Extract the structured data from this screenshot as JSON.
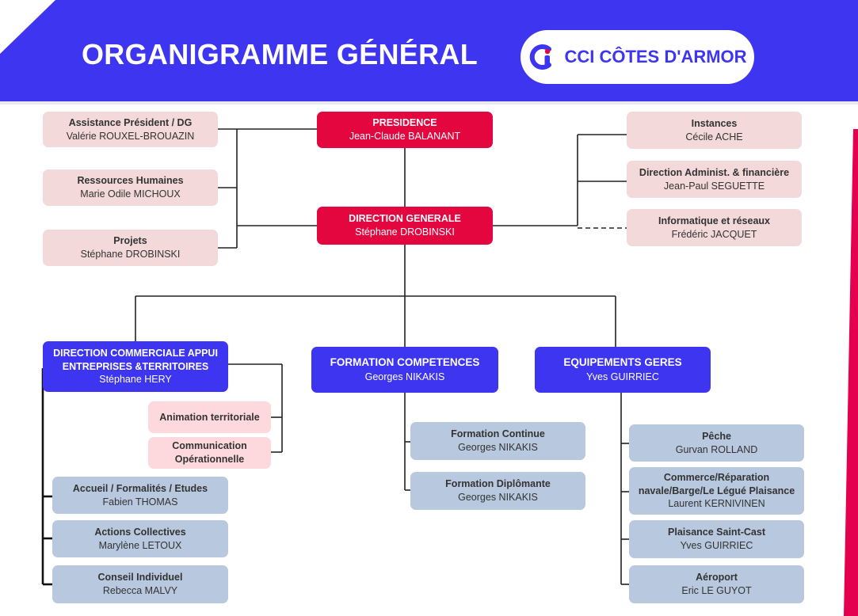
{
  "header": {
    "title": "ORGANIGRAMME GÉNÉRAL",
    "logo_text": "CCI CÔTES D'ARMOR"
  },
  "colors": {
    "header_blue": "#3d35f0",
    "presidency_red": "#e3063f",
    "support_pink": "#f3d9da",
    "service_gray": "#b8c8de",
    "accent_magenta": "#e5004f"
  },
  "top": {
    "presidence": {
      "title": "PRESIDENCE",
      "name": "Jean-Claude BALANANT"
    },
    "direction_generale": {
      "title": "DIRECTION GENERALE",
      "name": "Stéphane DROBINSKI"
    }
  },
  "left_staff": [
    {
      "title": "Assistance Président / DG",
      "name": "Valérie ROUXEL-BROUAZIN"
    },
    {
      "title": "Ressources Humaines",
      "name": "Marie Odile MICHOUX"
    },
    {
      "title": "Projets",
      "name": "Stéphane DROBINSKI"
    }
  ],
  "right_staff": [
    {
      "title": "Instances",
      "name": "Cécile ACHE"
    },
    {
      "title": "Direction Administ. & financière",
      "name": "Jean-Paul SEGUETTE"
    },
    {
      "title": "Informatique et réseaux",
      "name": "Frédéric JACQUET"
    }
  ],
  "directions": {
    "commerciale": {
      "title_line1": "DIRECTION COMMERCIALE APPUI",
      "title_line2": "ENTREPRISES &TERRITOIRES",
      "name": "Stéphane HERY",
      "support": [
        {
          "label": "Animation territoriale"
        },
        {
          "label_line1": "Communication",
          "label_line2": "Opérationnelle"
        }
      ],
      "services": [
        {
          "title": "Accueil / Formalités / Etudes",
          "name": "Fabien THOMAS"
        },
        {
          "title": "Actions Collectives",
          "name": "Marylène LETOUX"
        },
        {
          "title": "Conseil Individuel",
          "name": "Rebecca MALVY"
        }
      ]
    },
    "formation": {
      "title": "FORMATION COMPETENCES",
      "name": "Georges NIKAKIS",
      "services": [
        {
          "title": "Formation Continue",
          "name": "Georges NIKAKIS"
        },
        {
          "title": "Formation Diplômante",
          "name": "Georges NIKAKIS"
        }
      ]
    },
    "equipements": {
      "title": "EQUIPEMENTS GERES",
      "name": "Yves GUIRRIEC",
      "services": [
        {
          "title": "Pêche",
          "name": "Gurvan ROLLAND"
        },
        {
          "title_line1": "Commerce/Réparation",
          "title_line2": "navale/Barge/Le Légué Plaisance",
          "name": "Laurent KERNIVINEN"
        },
        {
          "title": "Plaisance Saint-Cast",
          "name": "Yves GUIRRIEC"
        },
        {
          "title": "Aéroport",
          "name": "Eric LE GUYOT"
        }
      ]
    }
  }
}
